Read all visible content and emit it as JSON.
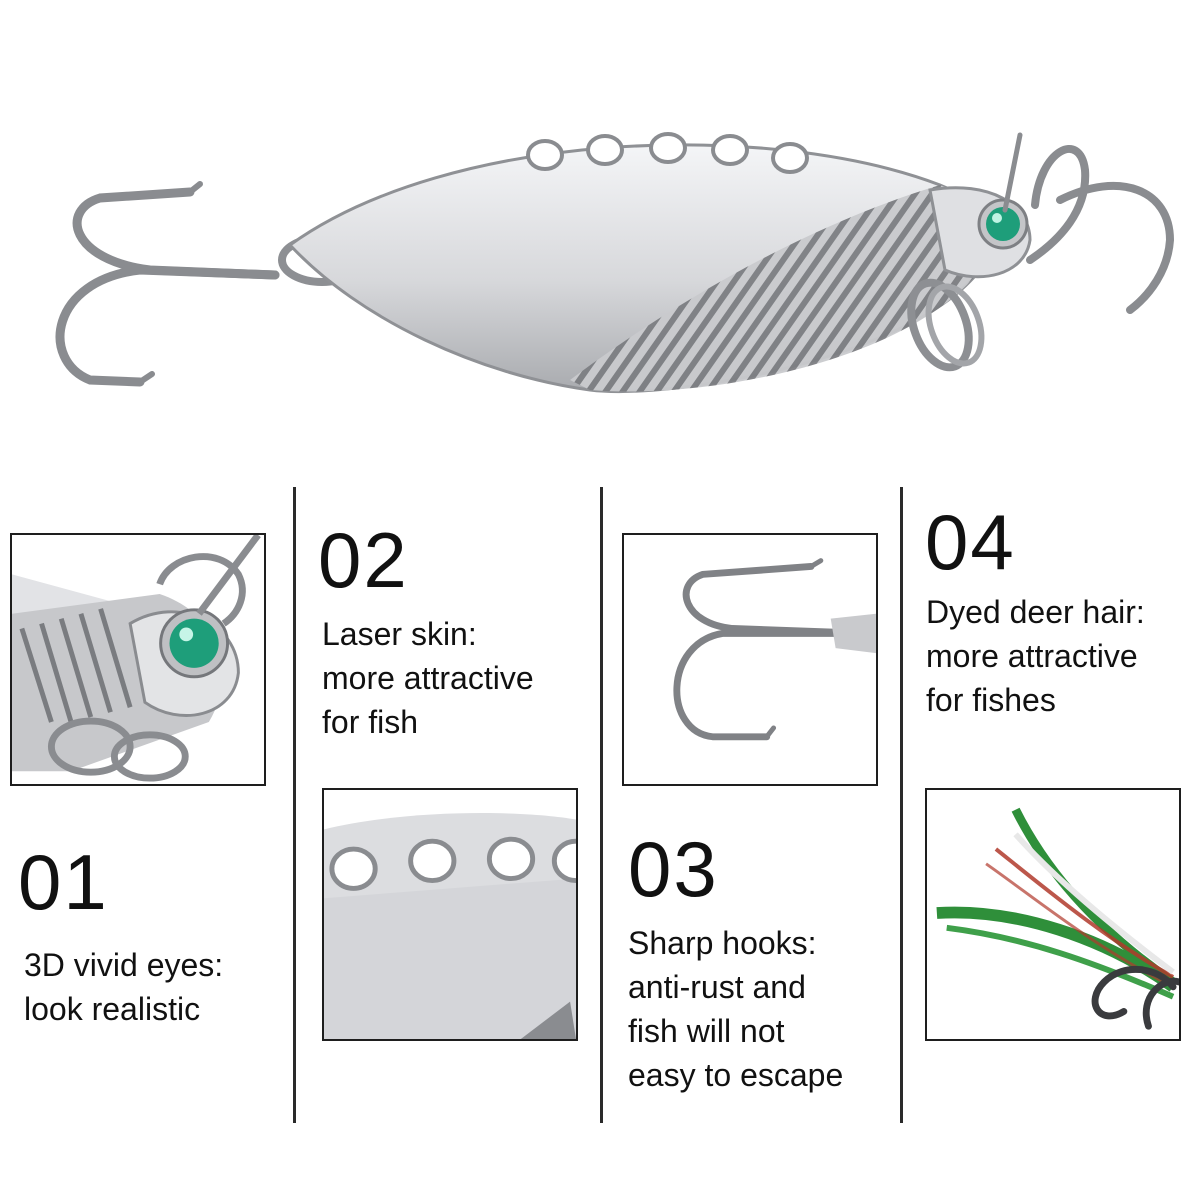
{
  "features": [
    {
      "number": "01",
      "lines": [
        "3D vivid eyes:",
        "look realistic"
      ]
    },
    {
      "number": "02",
      "lines": [
        "Laser skin:",
        "more attractive",
        "for fish"
      ]
    },
    {
      "number": "03",
      "lines": [
        "Sharp hooks:",
        "anti-rust and",
        "fish will not",
        "easy to escape"
      ]
    },
    {
      "number": "04",
      "lines": [
        "Dyed deer hair:",
        "more attractive",
        "for fishes"
      ]
    }
  ],
  "colors": {
    "metal": "#d9dadc",
    "metal_dark": "#6d6f73",
    "eye": "#1e9e7a",
    "divider": "#2a2a2a",
    "feather_green": "#2f8f3a",
    "feather_red": "#b0392c"
  },
  "icons": [
    "spoon-lure-image",
    "treble-hook-icon",
    "fish-eye-icon",
    "feather-icon"
  ]
}
